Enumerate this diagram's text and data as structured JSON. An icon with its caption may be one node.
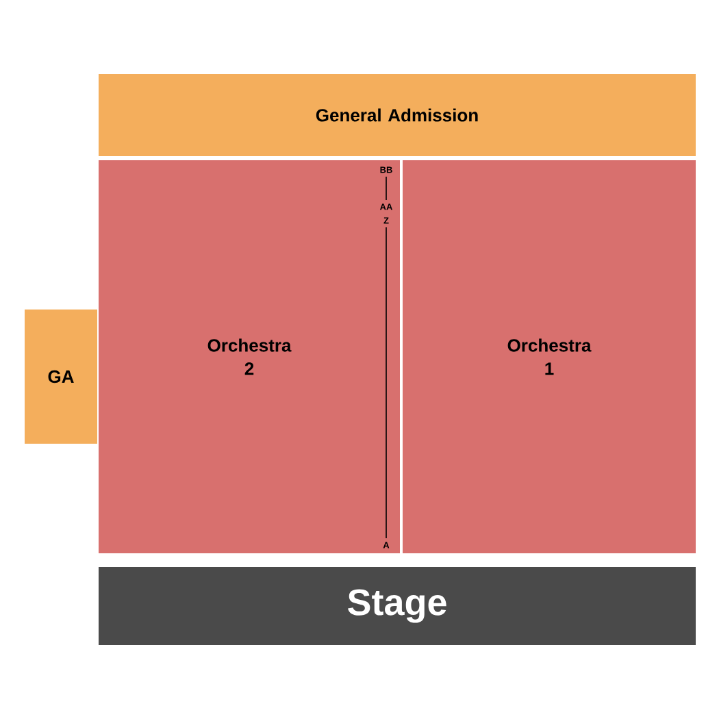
{
  "diagram": {
    "nodes": [
      {
        "text": [
          "General Admission"
        ]
      },
      {
        "text": [
          "Orchestra 2"
        ]
      },
      {
        "text": [
          "Orchestra 1"
        ]
      },
      {
        "text": [
          "GA"
        ]
      },
      {
        "text": [
          "Stage"
        ]
      }
    ],
    "labels": [
      "BB",
      "AA",
      "Z",
      "A"
    ]
  }
}
